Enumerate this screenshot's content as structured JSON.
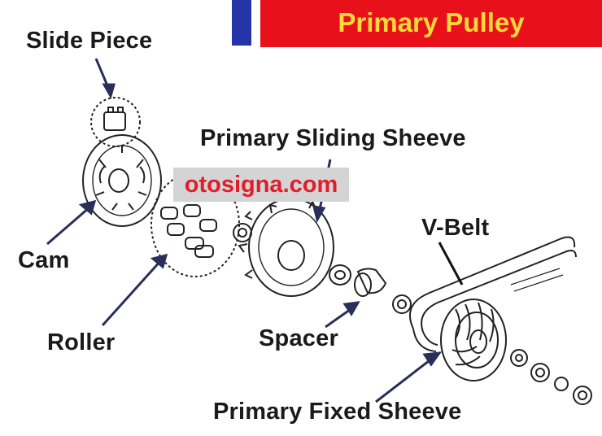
{
  "title": "Primary Pulley",
  "watermark": "otosigna.com",
  "colors": {
    "title_bg": "#e8111b",
    "title_text": "#ffd83a",
    "accent_tab": "#2433a8",
    "watermark_bg": "#d4d4d4",
    "watermark_text": "#e01d2a",
    "line": "#222222"
  },
  "labels": {
    "slide_piece": "Slide Piece",
    "primary_sliding_sheeve": "Primary Sliding Sheeve",
    "cam": "Cam",
    "roller": "Roller",
    "v_belt": "V-Belt",
    "spacer": "Spacer",
    "primary_fixed_sheeve": "Primary Fixed Sheeve"
  }
}
